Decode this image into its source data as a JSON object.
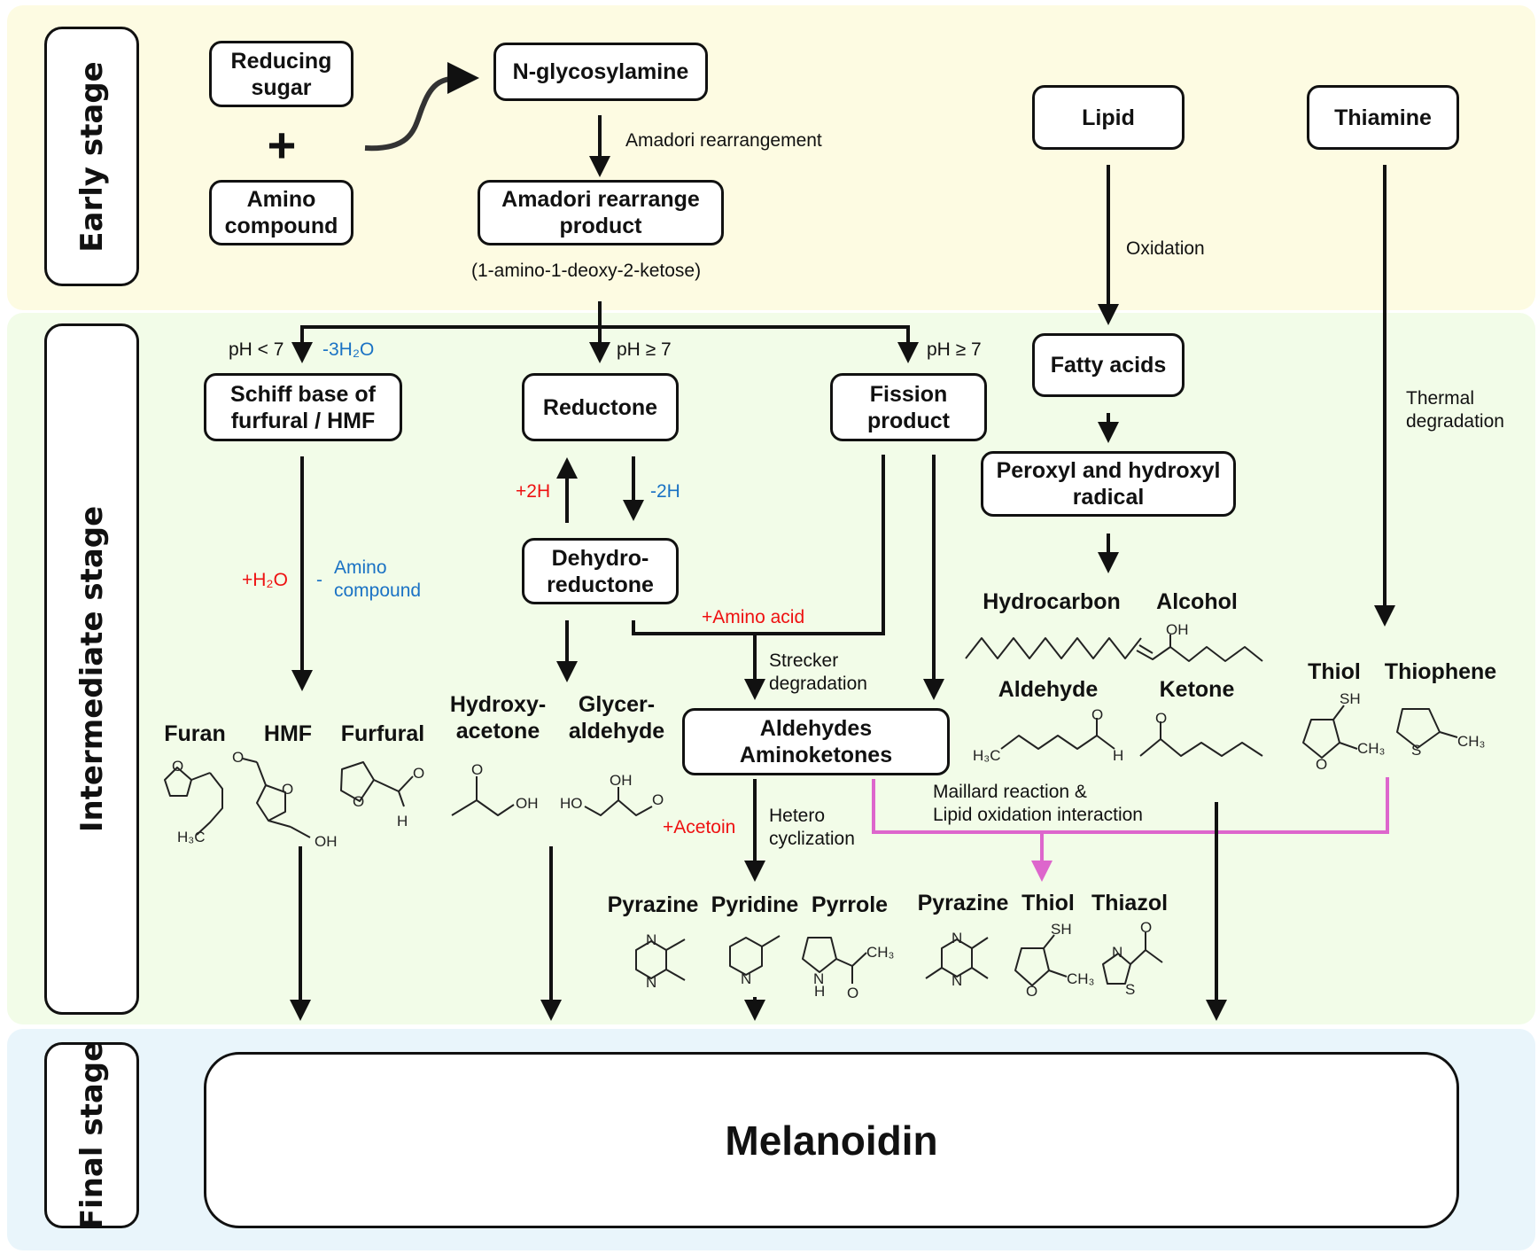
{
  "stages": {
    "early": "Early stage",
    "intermediate": "Intermediate stage",
    "final": "Final stage"
  },
  "colors": {
    "early_band": "#fdfbe2",
    "intermediate_band": "#f2fce8",
    "final_band": "#e9f5fb",
    "added_reagent": "#ee1111",
    "removed_reagent": "#1a72c4",
    "interaction_path": "#dd66cc"
  },
  "nodes": {
    "reducing_sugar": "Reducing\nsugar",
    "plus": "+",
    "amino_compound": "Amino\ncompound",
    "n_glycosylamine": "N-glycosylamine",
    "amadori_product": "Amadori rearrange\nproduct",
    "lipid": "Lipid",
    "thiamine": "Thiamine",
    "schiff_base": "Schiff base of\nfurfural / HMF",
    "reductone": "Reductone",
    "fission_product": "Fission\nproduct",
    "fatty_acids": "Fatty acids",
    "peroxyl_radical": "Peroxyl and hydroxyl\nradical",
    "dehydroreductone": "Dehydro-\nreductone",
    "aldehydes_aminoketones": "Aldehydes\nAminoketones",
    "melanoidin": "Melanoidin"
  },
  "labels": {
    "amadori_rearrangement": "Amadori rearrangement",
    "ketose": "(1-amino-1-deoxy-2-ketose)",
    "oxidation": "Oxidation",
    "ph_lt_7": "pH < 7",
    "minus_3h2o": "-3H₂O",
    "ph_ge_7_a": "pH ≥ 7",
    "ph_ge_7_b": "pH ≥ 7",
    "thermal_degradation": "Thermal\ndegradation",
    "plus_2h": "+2H",
    "minus_2h": "-2H",
    "plus_h2o": "+H₂O",
    "minus_amino": "-",
    "amino_compound": "Amino\ncompound",
    "plus_amino_acid": "+Amino acid",
    "strecker": "Strecker\ndegradation",
    "plus_acetoin": "+Acetoin",
    "hetero_cyclization": "Hetero\ncyclization",
    "maillard_lipid": "Maillard reaction &\nLipid oxidation interaction"
  },
  "compounds": {
    "furan": "Furan",
    "hmf": "HMF",
    "furfural": "Furfural",
    "hydroxyacetone": "Hydroxy-\nacetone",
    "glyceraldehyde": "Glycer-\naldehyde",
    "hydrocarbon": "Hydrocarbon",
    "alcohol": "Alcohol",
    "aldehyde": "Aldehyde",
    "ketone": "Ketone",
    "thiol_1": "Thiol",
    "thiophene": "Thiophene",
    "pyrazine_1": "Pyrazine",
    "pyridine": "Pyridine",
    "pyrrole": "Pyrrole",
    "pyrazine_2": "Pyrazine",
    "thiol_2": "Thiol",
    "thiazol": "Thiazol"
  },
  "atoms": {
    "O": "O",
    "OH": "OH",
    "H": "H",
    "HO": "HO",
    "N": "N",
    "S": "S",
    "SH": "SH",
    "H3C": "H₃C",
    "CH3": "CH₃"
  }
}
